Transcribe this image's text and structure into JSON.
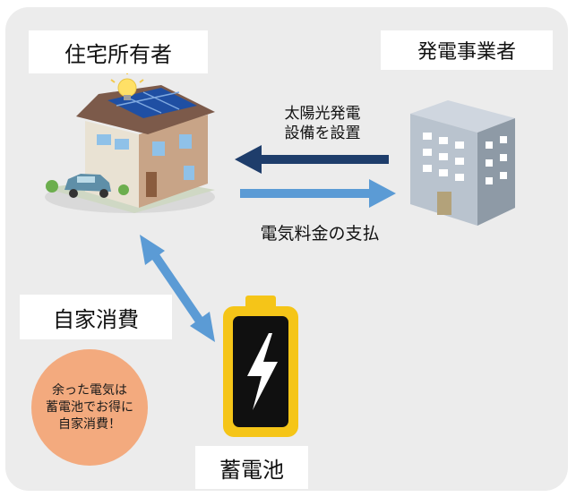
{
  "nodes": {
    "owner": "住宅所有者",
    "operator": "発電事業者",
    "self_consumption": "自家消費",
    "battery": "蓄電池"
  },
  "flows": {
    "install_line1": "太陽光発電",
    "install_line2": "設備を設置",
    "payment": "電気料金の支払"
  },
  "bubble": {
    "line1": "余った電気は",
    "line2": "蓄電池でお得に",
    "line3": "自家消費！"
  },
  "colors": {
    "background_panel": "#ececec",
    "arrow_dark": "#1e3d6b",
    "arrow_light": "#5b9bd5",
    "bubble": "#f3aa7e",
    "battery_body": "#f5c518"
  },
  "icons": [
    "house-with-solar-panels-icon",
    "office-building-icon",
    "battery-lightning-icon",
    "light-bulb-icon",
    "car-icon"
  ]
}
